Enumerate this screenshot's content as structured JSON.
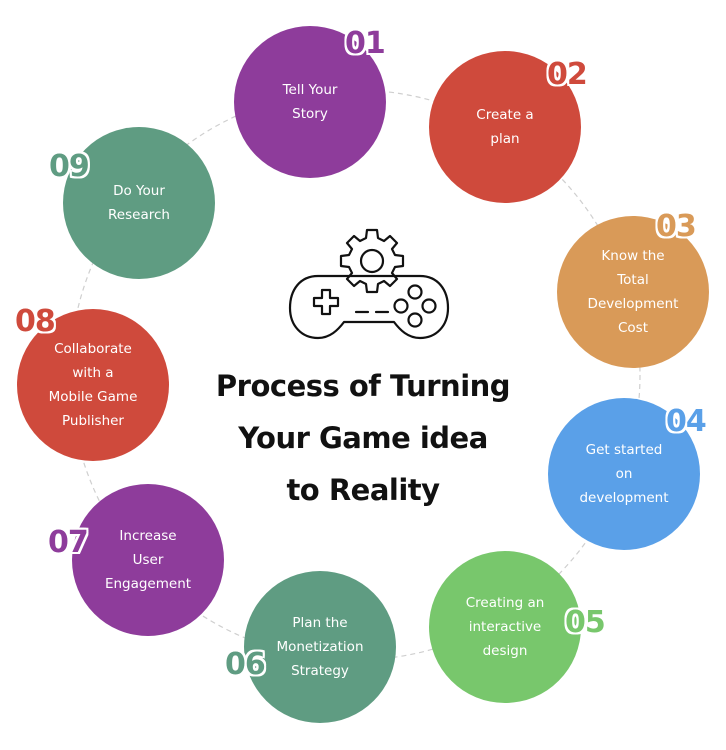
{
  "title": "Process of Turning\nYour Game idea\nto Reality",
  "steps": [
    {
      "num": "01",
      "label": "Tell Your\nStory",
      "color": "#8e3c9b"
    },
    {
      "num": "02",
      "label": "Create a\nplan",
      "color": "#cf4a3c"
    },
    {
      "num": "03",
      "label": "Know the\nTotal\nDevelopment\nCost",
      "color": "#d99a58"
    },
    {
      "num": "04",
      "label": "Get started\non\ndevelopment",
      "color": "#5aa0e8"
    },
    {
      "num": "05",
      "label": "Creating an\ninteractive\ndesign",
      "color": "#78c76c"
    },
    {
      "num": "06",
      "label": "Plan the\nMonetization\nStrategy",
      "color": "#5f9c82"
    },
    {
      "num": "07",
      "label": "Increase\nUser\nEngagement",
      "color": "#8e3c9b"
    },
    {
      "num": "08",
      "label": "Collaborate\nwith a\nMobile Game\nPublisher",
      "color": "#cf4a3c"
    },
    {
      "num": "09",
      "label": "Do Your\nResearch",
      "color": "#5f9c82"
    }
  ],
  "icons": {
    "center": "game-controller-gear-icon"
  }
}
